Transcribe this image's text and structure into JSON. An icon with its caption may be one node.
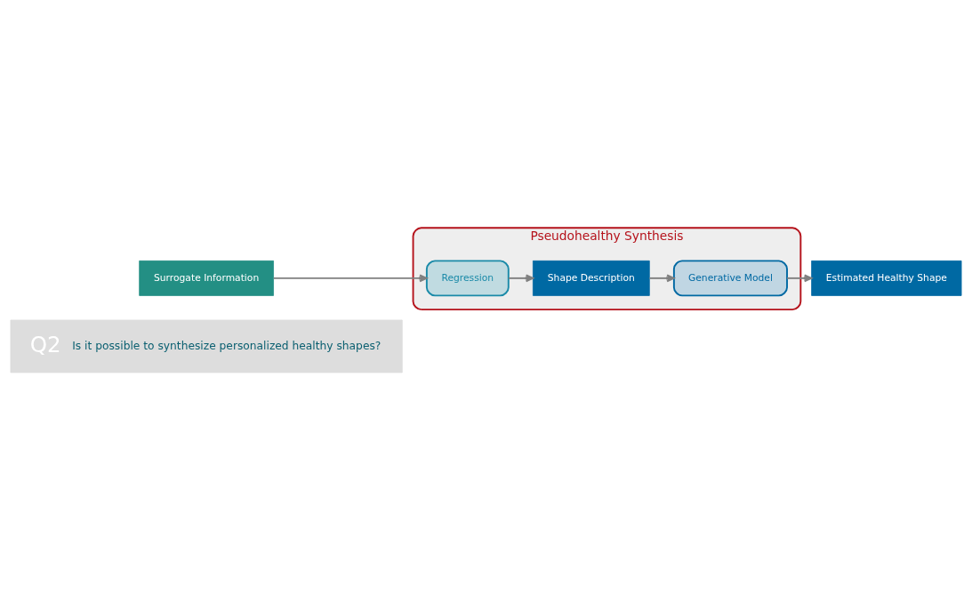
{
  "diagram": {
    "nodes": [
      {
        "text": [
          "Q2",
          "Is it possible to synthesize personalized healthy shapes?"
        ]
      },
      {
        "text": [
          "Surrogate Information"
        ]
      },
      {
        "text": [
          "Estimated Healthy Shape"
        ]
      },
      {
        "text": [
          "Pseudohealthy Synthesis"
        ]
      },
      {
        "text": [
          "Generative Model"
        ],
        "in": 3
      },
      {
        "text": [
          "Regression"
        ],
        "in": 3
      },
      {
        "text": [
          "Shape Description"
        ],
        "in": 3
      }
    ],
    "edges": [
      {
        "from": 1,
        "to": 5,
        "arrow": "to"
      },
      {
        "from": 5,
        "to": 6,
        "arrow": "to"
      },
      {
        "from": 6,
        "to": 4,
        "arrow": "to"
      },
      {
        "from": 4,
        "to": 2,
        "arrow": "to"
      }
    ]
  }
}
